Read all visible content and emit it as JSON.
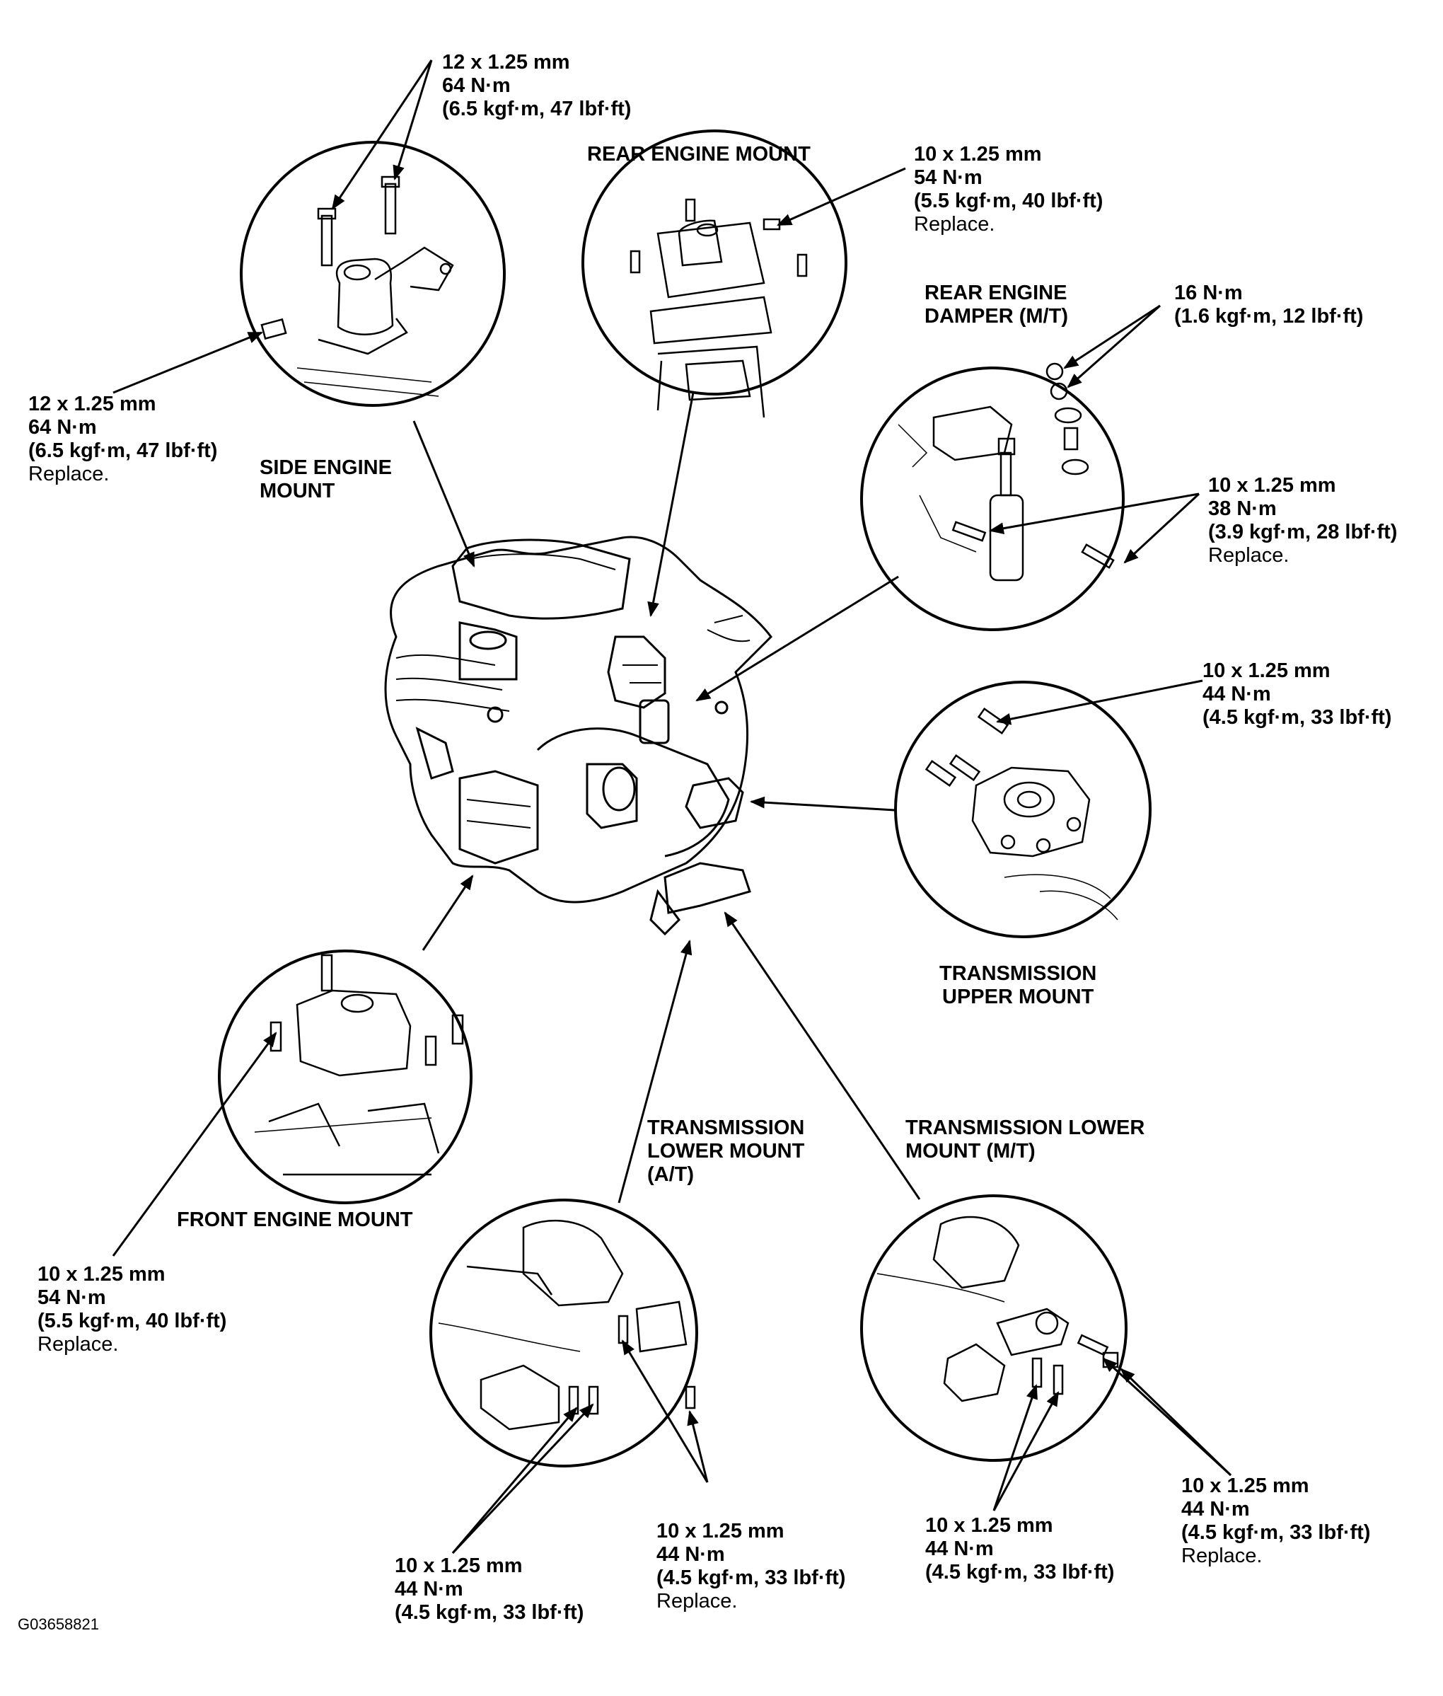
{
  "labels": {
    "side_top": {
      "l1": "12 x 1.25 mm",
      "l2": "64 N·m",
      "l3": "(6.5 kgf·m, 47 lbf·ft)"
    },
    "side_left": {
      "l1": "12 x 1.25 mm",
      "l2": "64 N·m",
      "l3": "(6.5 kgf·m, 47 lbf·ft)",
      "l4": "Replace."
    },
    "rear_mount": {
      "l1": "10 x 1.25 mm",
      "l2": "54 N·m",
      "l3": "(5.5 kgf·m, 40 lbf·ft)",
      "l4": "Replace."
    },
    "damper_nut": {
      "l1": "16 N·m",
      "l2": "(1.6 kgf·m, 12 lbf·ft)"
    },
    "damper_bolt": {
      "l1": "10 x 1.25 mm",
      "l2": "38 N·m",
      "l3": "(3.9 kgf·m, 28 lbf·ft)",
      "l4": "Replace."
    },
    "trans_upper": {
      "l1": "10 x 1.25 mm",
      "l2": "44 N·m",
      "l3": "(4.5 kgf·m, 33 lbf·ft)"
    },
    "front_mount": {
      "l1": "10 x 1.25 mm",
      "l2": "54 N·m",
      "l3": "(5.5 kgf·m, 40 lbf·ft)",
      "l4": "Replace."
    },
    "at_left": {
      "l1": "10 x 1.25 mm",
      "l2": "44 N·m",
      "l3": "(4.5 kgf·m, 33 lbf·ft)"
    },
    "at_right": {
      "l1": "10 x 1.25 mm",
      "l2": "44 N·m",
      "l3": "(4.5 kgf·m, 33 lbf·ft)",
      "l4": "Replace."
    },
    "mt_left": {
      "l1": "10 x 1.25 mm",
      "l2": "44 N·m",
      "l3": "(4.5 kgf·m, 33 lbf·ft)"
    },
    "mt_right": {
      "l1": "10 x 1.25 mm",
      "l2": "44 N·m",
      "l3": "(4.5 kgf·m, 33 lbf·ft)",
      "l4": "Replace."
    }
  },
  "titles": {
    "rear_engine_mount": "REAR ENGINE MOUNT",
    "rear_engine_damper_1": "REAR ENGINE",
    "rear_engine_damper_2": "DAMPER (M/T)",
    "side_engine_mount_1": "SIDE ENGINE",
    "side_engine_mount_2": "MOUNT",
    "transmission_upper_mount_1": "TRANSMISSION",
    "transmission_upper_mount_2": "UPPER MOUNT",
    "front_engine_mount": "FRONT ENGINE MOUNT",
    "trans_lower_at_1": "TRANSMISSION",
    "trans_lower_at_2": "LOWER MOUNT",
    "trans_lower_at_3": "(A/T)",
    "trans_lower_mt_1": "TRANSMISSION LOWER",
    "trans_lower_mt_2": "MOUNT (M/T)"
  },
  "figure_code": "G03658821"
}
